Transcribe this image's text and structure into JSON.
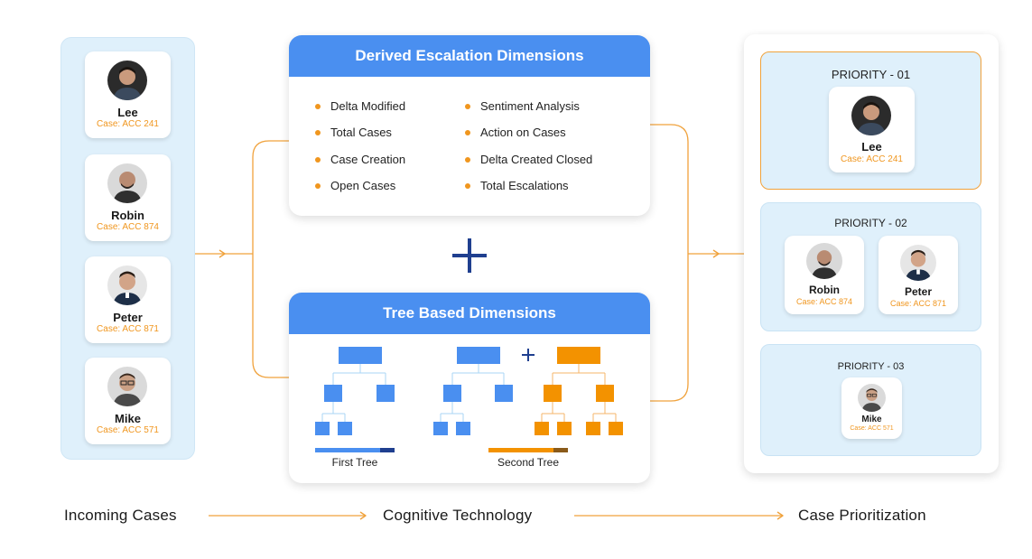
{
  "incoming": {
    "cases": [
      {
        "name": "Lee",
        "case": "Case: ACC 241"
      },
      {
        "name": "Robin",
        "case": "Case: ACC 874"
      },
      {
        "name": "Peter",
        "case": "Case: ACC 871"
      },
      {
        "name": "Mike",
        "case": "Case: ACC 571"
      }
    ]
  },
  "derived": {
    "title": "Derived Escalation Dimensions",
    "col1": [
      "Delta Modified",
      "Total Cases",
      "Case Creation",
      "Open Cases"
    ],
    "col2": [
      "Sentiment Analysis",
      "Action on Cases",
      "Delta Created Closed",
      "Total Escalations"
    ]
  },
  "tree": {
    "title": "Tree Based Dimensions",
    "first_label": "First Tree",
    "second_label": "Second Tree"
  },
  "priorities": [
    {
      "label": "PRIORITY - 01",
      "cases": [
        {
          "name": "Lee",
          "case": "Case: ACC 241"
        }
      ]
    },
    {
      "label": "PRIORITY - 02",
      "cases": [
        {
          "name": "Robin",
          "case": "Case: ACC 874"
        },
        {
          "name": "Peter",
          "case": "Case: ACC 871"
        }
      ]
    },
    {
      "label": "PRIORITY - 03",
      "cases": [
        {
          "name": "Mike",
          "case": "Case: ACC 571"
        }
      ]
    }
  ],
  "stages": {
    "incoming": "Incoming Cases",
    "cognitive": "Cognitive Technology",
    "prioritization": "Case Prioritization"
  },
  "colors": {
    "accent_orange": "#f0961e",
    "tree_blue": "#4a8ff0",
    "panel_blue": "#dff0fb",
    "plus_navy": "#1f3f8f"
  }
}
